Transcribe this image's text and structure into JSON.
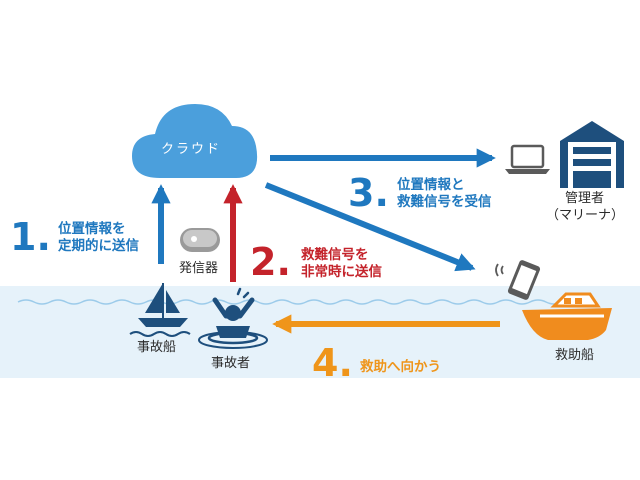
{
  "cloud_label": "クラウド",
  "nodes": {
    "incident_boat": "事故船",
    "victim": "事故者",
    "transmitter": "発信器",
    "manager_line1": "管理者",
    "manager_line2": "（マリーナ）",
    "rescue_boat": "救助船"
  },
  "steps": [
    {
      "number": "1.",
      "line1": "位置情報を",
      "line2": "定期的に送信"
    },
    {
      "number": "2.",
      "line1": "救難信号を",
      "line2": "非常時に送信"
    },
    {
      "number": "3.",
      "line1": "位置情報と",
      "line2": "救難信号を受信"
    },
    {
      "number": "4.",
      "line1": "救助へ向かう",
      "line2": ""
    }
  ],
  "colors": {
    "blue": "#1f78bf",
    "red": "#c4232b",
    "orange": "#ef951a",
    "cloud": "#4b9fdc",
    "rescue_boat": "#f08c1e",
    "water_band": "#e6f2fa",
    "text": "#2b2b2b"
  },
  "icons": {
    "cloud": "cloud-icon",
    "sailboat": "sailboat-icon",
    "drowning_person": "drowning-person-icon",
    "transmitter": "transmitter-device-icon",
    "laptop": "laptop-icon",
    "building": "building-icon",
    "smartphone": "smartphone-icon",
    "rescue_boat": "rescue-boat-icon"
  }
}
